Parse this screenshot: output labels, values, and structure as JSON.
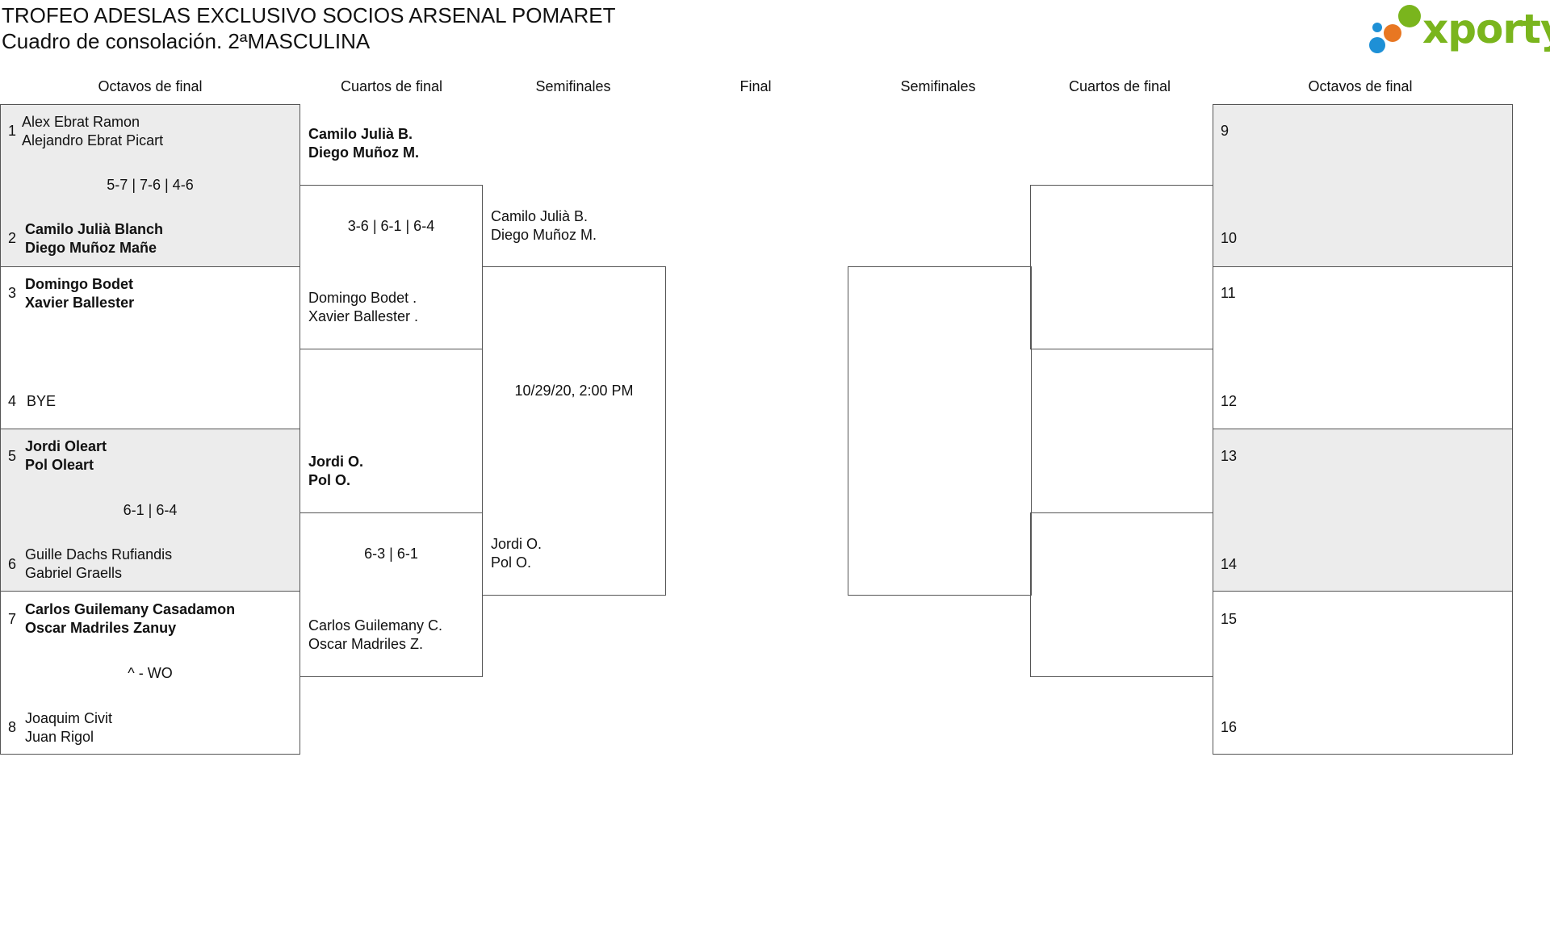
{
  "title": "TROFEO ADESLAS EXCLUSIVO SOCIOS ARSENAL POMARET",
  "subtitle": "Cuadro de consolación. 2ªMASCULINA",
  "logo": {
    "text": "xporty",
    "brand_color": "#7ab51d",
    "dot_colors": [
      "#7ab51d",
      "#e87722",
      "#1e90d6"
    ]
  },
  "headers": {
    "octavos_left": "Octavos de final",
    "cuartos_left": "Cuartos de final",
    "semis_left": "Semifinales",
    "final": "Final",
    "semis_right": "Semifinales",
    "cuartos_right": "Cuartos de final",
    "octavos_right": "Octavos de final"
  },
  "octavos_left": [
    {
      "seed1": "1",
      "p1a": "Alex Ebrat Ramon",
      "p1b": "Alejandro Ebrat Picart",
      "score": "5-7 | 7-6 | 4-6",
      "seed2": "2",
      "p2a": "Camilo Julià Blanch",
      "p2b": "Diego Muñoz Mañe"
    },
    {
      "seed1": "3",
      "p1a": "Domingo Bodet",
      "p1b": "Xavier Ballester",
      "score": "",
      "seed2": "4",
      "p2a": "BYE",
      "p2b": ""
    },
    {
      "seed1": "5",
      "p1a": "Jordi Oleart",
      "p1b": "Pol Oleart",
      "score": "6-1 | 6-4",
      "seed2": "6",
      "p2a": "Guille Dachs Rufiandis",
      "p2b": "Gabriel Graells"
    },
    {
      "seed1": "7",
      "p1a": "Carlos Guilemany Casadamon",
      "p1b": "Oscar Madriles Zanuy",
      "score": "^ - WO",
      "seed2": "8",
      "p2a": "Joaquim Civit",
      "p2b": "Juan Rigol"
    }
  ],
  "cuartos_left": [
    {
      "p1a": "Camilo Julià B.",
      "p1b": "Diego Muñoz M.",
      "score": "3-6 | 6-1 | 6-4",
      "p2a": "Domingo Bodet .",
      "p2b": "Xavier Ballester ."
    },
    {
      "p1a": "Jordi O.",
      "p1b": "Pol O.",
      "score": "6-3 | 6-1",
      "p2a": "Carlos Guilemany C.",
      "p2b": "Oscar Madriles Z."
    }
  ],
  "semis_left": {
    "p1a": "Camilo Julià B.",
    "p1b": "Diego Muñoz M.",
    "schedule": "10/29/20, 2:00 PM",
    "p2a": "Jordi O.",
    "p2b": "Pol O."
  },
  "octavos_right_seeds": [
    "9",
    "10",
    "11",
    "12",
    "13",
    "14",
    "15",
    "16"
  ]
}
